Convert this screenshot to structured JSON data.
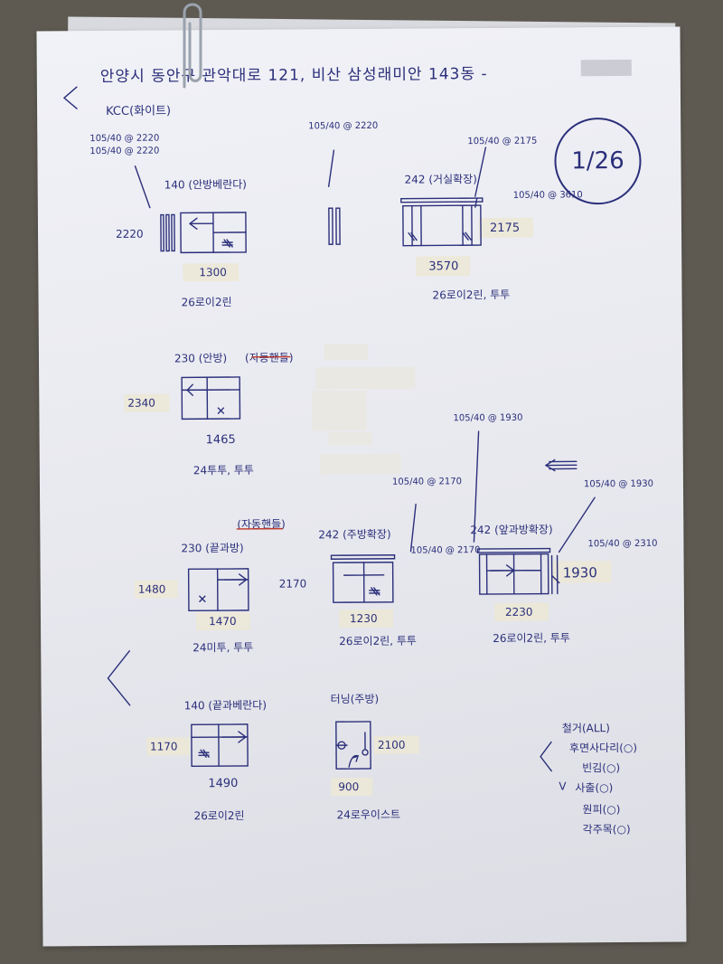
{
  "header": {
    "address": "안양시 동안구 관악대로 121, 비산 삼성래미안 143동 -",
    "brand": "KCC(화이트)",
    "page_number": "1/26"
  },
  "windows": [
    {
      "room": "140 (안방베란다)",
      "width": "1300",
      "height": "2220",
      "spec": "26로이2린",
      "note_top": "105/40 @ 2220",
      "note_top2": "105/40 @ 2220"
    },
    {
      "room": "",
      "note_top": "105/40 @ 2220"
    },
    {
      "room": "242 (거실확장)",
      "width": "3570",
      "height": "2175",
      "spec": "26로이2린, 투투",
      "note_top": "105/40 @ 2175",
      "note_side": "105/40 @ 3610"
    },
    {
      "room": "230 (안방)",
      "tag": "(자동핸들)",
      "width": "1465",
      "height": "2340",
      "spec": "24투투, 투투"
    },
    {
      "room": "230 (끝과방)",
      "tag": "(자동핸들)",
      "width": "1470",
      "height": "1480",
      "spec": "24미투, 투투"
    },
    {
      "room": "242 (주방확장)",
      "width": "1230",
      "height": "2170",
      "spec": "26로이2린, 투투",
      "note_top": "105/40 @ 2170",
      "note_side": "105/40 @ 2170"
    },
    {
      "room": "242 (앞과방확장)",
      "width": "2230",
      "height": "1930",
      "spec": "26로이2린, 투투",
      "note_top": "105/40 @ 1930",
      "note_top2": "105/40 @ 1930",
      "note_side": "105/40 @ 2310"
    },
    {
      "room": "140 (끝과베란다)",
      "width": "1490",
      "height": "1170",
      "spec": "26로이2린"
    },
    {
      "room": "터닝(주방)",
      "width": "900",
      "height": "2100",
      "spec": "24로우이스트"
    }
  ],
  "checklist": {
    "title": "철거(ALL)",
    "items": [
      "후면사다리(○)",
      "빈김(○)",
      "사출(○)",
      "원피(○)",
      "각주목(○)"
    ],
    "check_mark": "V"
  }
}
